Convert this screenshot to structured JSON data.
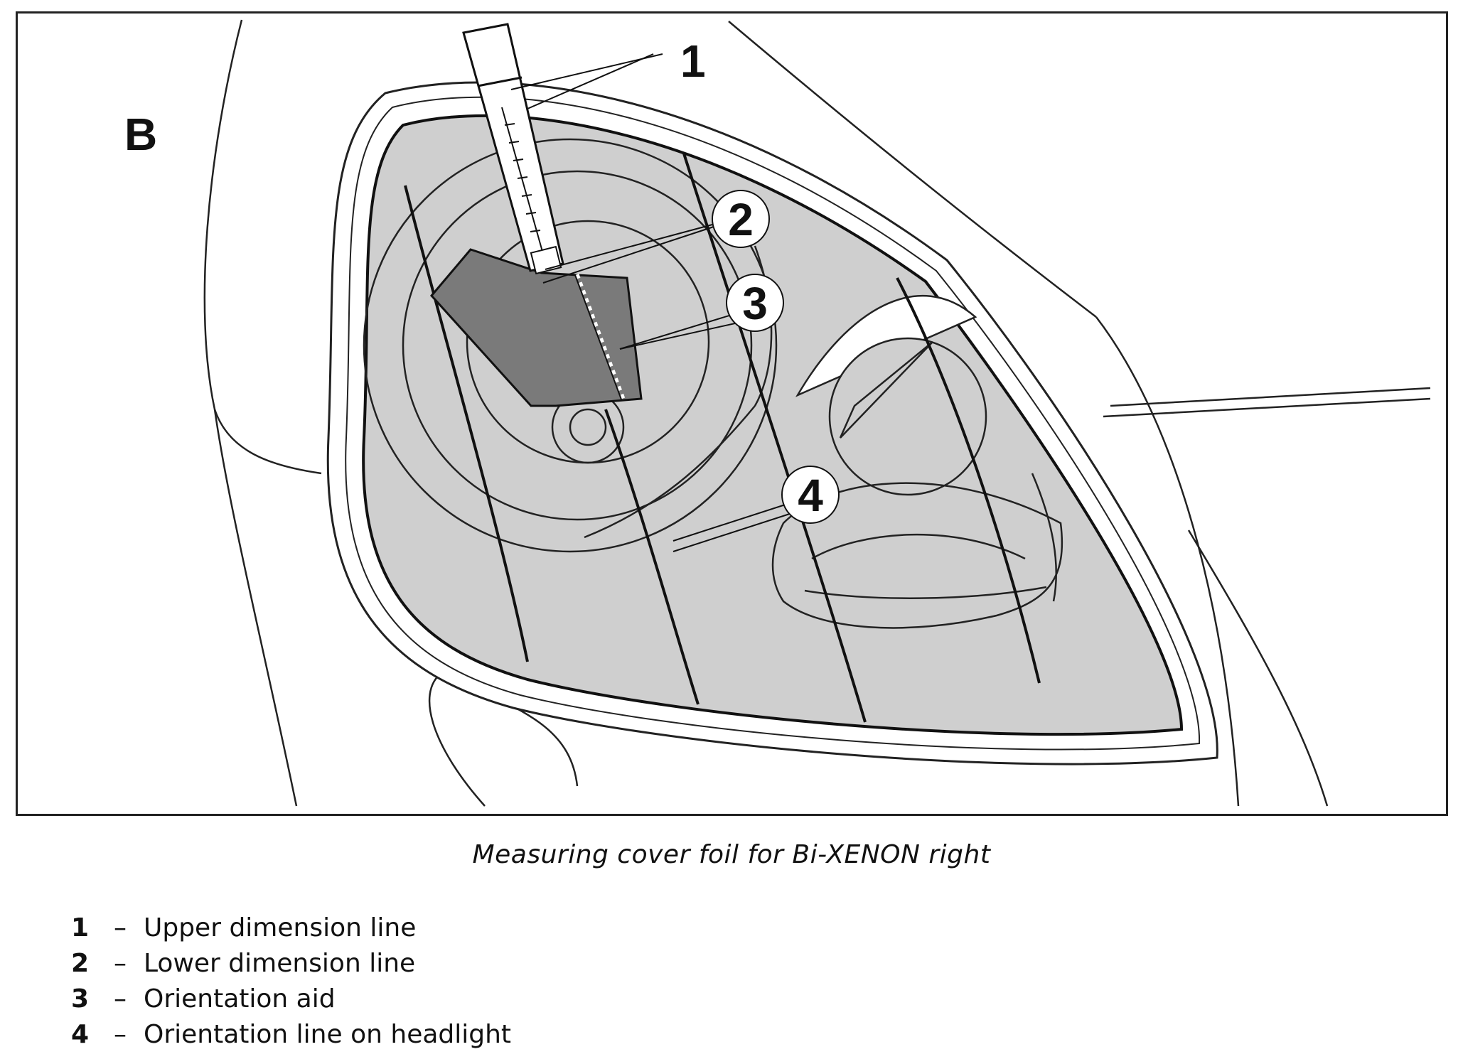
{
  "figure": {
    "view_label": "B",
    "callouts": [
      {
        "number": "1"
      },
      {
        "number": "2"
      },
      {
        "number": "3"
      },
      {
        "number": "4"
      }
    ]
  },
  "caption": "Measuring cover foil for Bi-XENON right",
  "legend": [
    {
      "number": "1",
      "dash": "–",
      "text": "Upper dimension line"
    },
    {
      "number": "2",
      "dash": "–",
      "text": "Lower dimension line"
    },
    {
      "number": "3",
      "dash": "–",
      "text": "Orientation aid"
    },
    {
      "number": "4",
      "dash": "–",
      "text": "Orientation line on headlight"
    }
  ],
  "colors": {
    "lens_fill": "#cfcfcf",
    "foil_fill": "#7a7a7a",
    "line": "#111111",
    "frame": "#222222"
  }
}
